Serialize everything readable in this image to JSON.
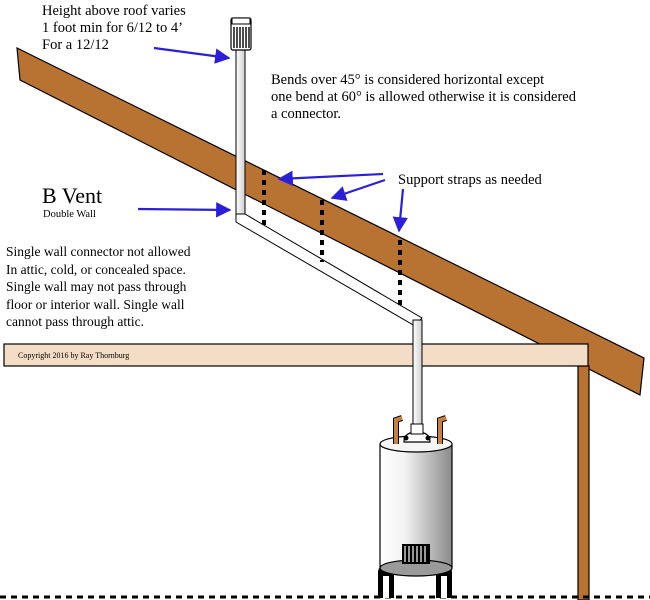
{
  "roof_height_note": {
    "lines": [
      "Height above roof varies",
      "1 foot min for 6/12 to 4’",
      "For a 12/12"
    ]
  },
  "bends_note": {
    "lines": [
      "Bends over 45° is considered horizontal except",
      "one bend at 60° is allowed otherwise it is considered",
      "a connector."
    ]
  },
  "support_straps_label": "Support straps as needed",
  "b_vent": {
    "title": "B Vent",
    "subtitle": "Double Wall"
  },
  "single_wall_note": {
    "lines": [
      "Single wall connector not allowed",
      "In attic, cold, or concealed space.",
      "Single wall may not pass through",
      "floor or interior wall. Single wall",
      "cannot pass through attic."
    ]
  },
  "copyright": "Copyright 2016 by Ray Thornburg",
  "colors": {
    "rafter": "#b87333",
    "ceiling_beam": "#f4ddc6",
    "arrow": "#2b1fd8",
    "outline": "#000000"
  },
  "icons": [
    "vent-cap-icon",
    "water-heater-icon",
    "arrow-icon"
  ]
}
